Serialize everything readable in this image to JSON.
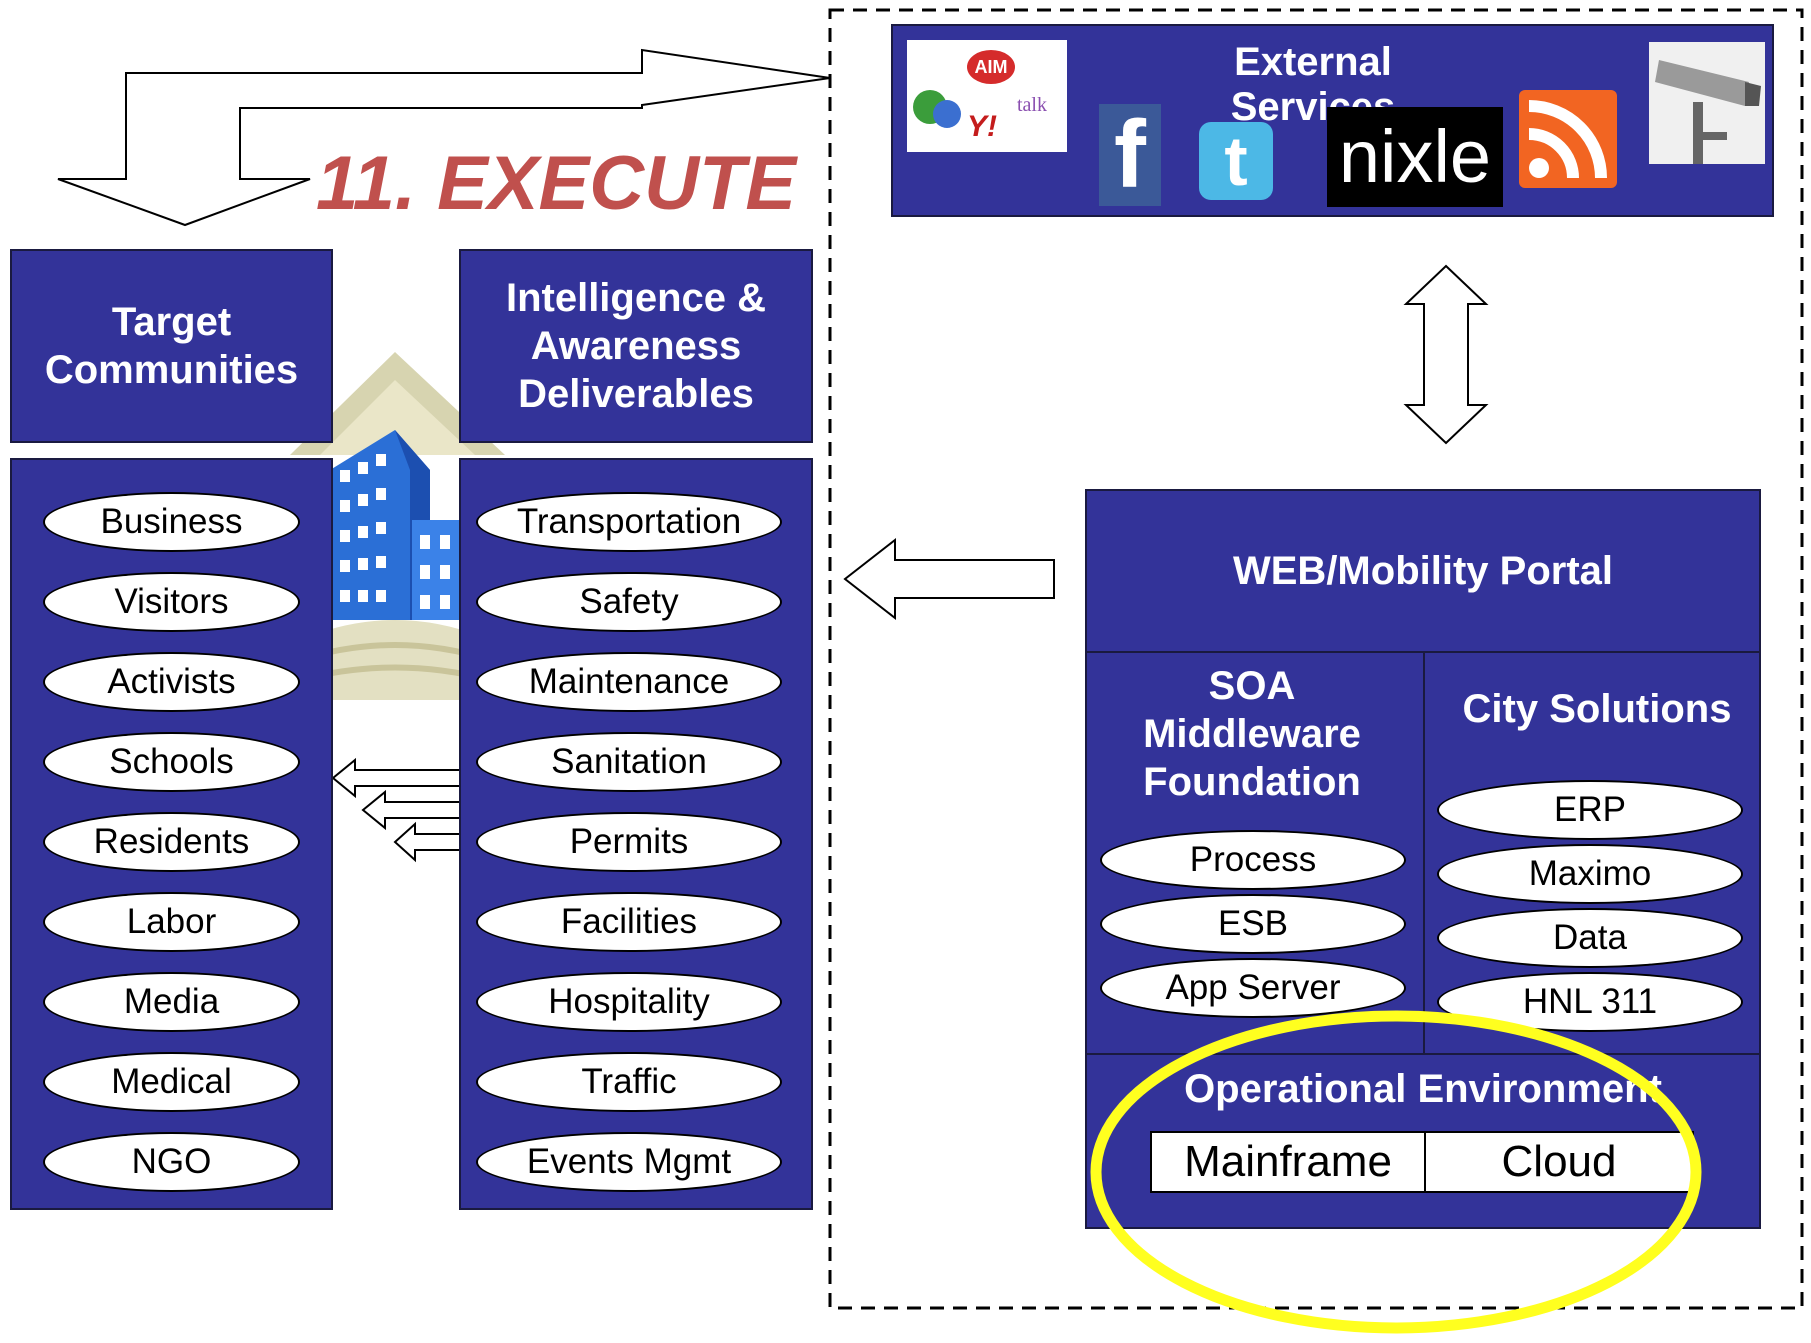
{
  "title": "11. EXECUTE",
  "colors": {
    "panel": "#333399",
    "title": "#c0504d",
    "highlight": "#ffff1f"
  },
  "target_communities": {
    "header": "Target Communities",
    "items": [
      "Business",
      "Visitors",
      "Activists",
      "Schools",
      "Residents",
      "Labor",
      "Media",
      "Medical",
      "NGO"
    ]
  },
  "intelligence": {
    "header": "Intelligence & Awareness Deliverables",
    "items": [
      "Transportation",
      "Safety",
      "Maintenance",
      "Sanitation",
      "Permits",
      "Facilities",
      "Hospitality",
      "Traffic",
      "Events Mgmt"
    ]
  },
  "external_services": {
    "header": "External Services",
    "icons": [
      "im-clients-icon",
      "facebook-icon",
      "twitter-icon",
      "nixle-logo",
      "rss-icon",
      "security-camera-icon"
    ],
    "im_labels": [
      "AIM",
      "talk",
      "Y!"
    ],
    "nixle_text": "nixle"
  },
  "portal": {
    "header": "WEB/Mobility Portal",
    "soa": {
      "header": "SOA Middleware Foundation",
      "items": [
        "Process",
        "ESB",
        "App Server"
      ]
    },
    "city": {
      "header": "City Solutions",
      "items": [
        "ERP",
        "Maximo",
        "Data",
        "HNL 311"
      ]
    },
    "operational": {
      "header": "Operational Environment",
      "cells": [
        "Mainframe",
        "Cloud"
      ]
    }
  }
}
